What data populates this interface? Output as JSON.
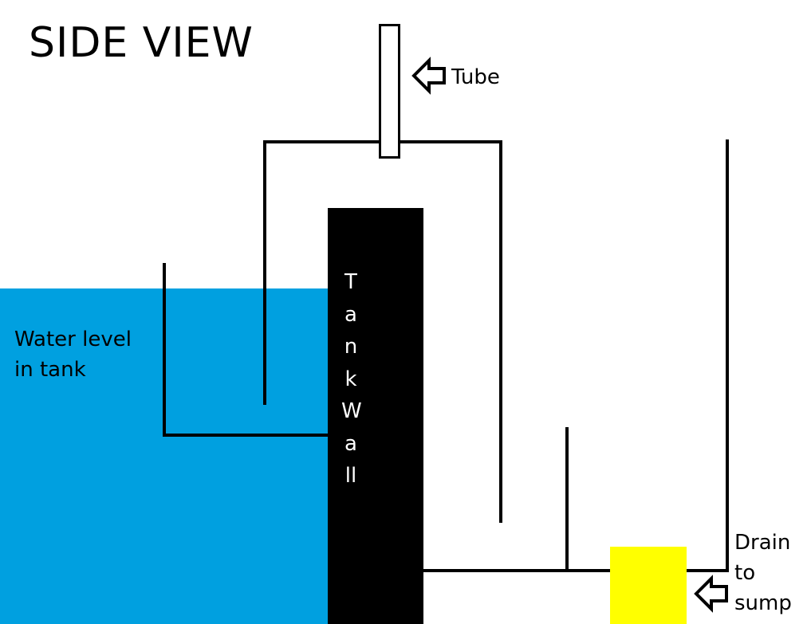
{
  "title": "SIDE VIEW",
  "labels": {
    "tube": "Tube",
    "water": [
      "Water level",
      "in tank"
    ],
    "drain": [
      "Drain",
      "to",
      "sump"
    ],
    "tank_wall": [
      "T",
      "a",
      "n",
      "k",
      "W",
      "a",
      "ll"
    ]
  },
  "colors": {
    "water": "#00a0e0",
    "tank_wall": "#000000",
    "drain_box": "#ffff00",
    "line": "#000000"
  }
}
